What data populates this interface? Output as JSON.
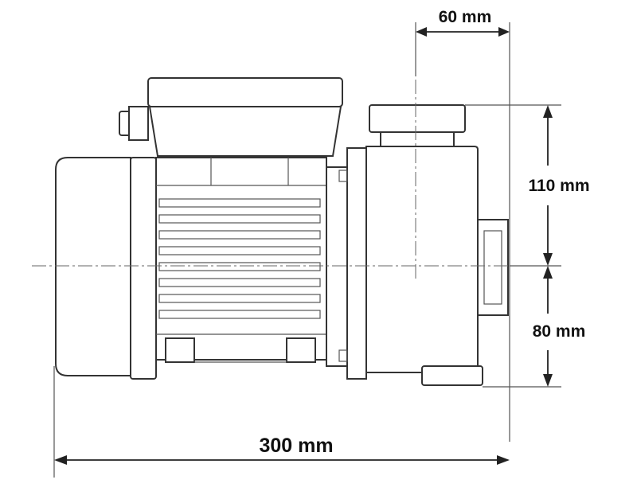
{
  "dimensions": {
    "top_width": "60 mm",
    "upper_height": "110 mm",
    "lower_height": "80 mm",
    "total_length": "300 mm"
  }
}
